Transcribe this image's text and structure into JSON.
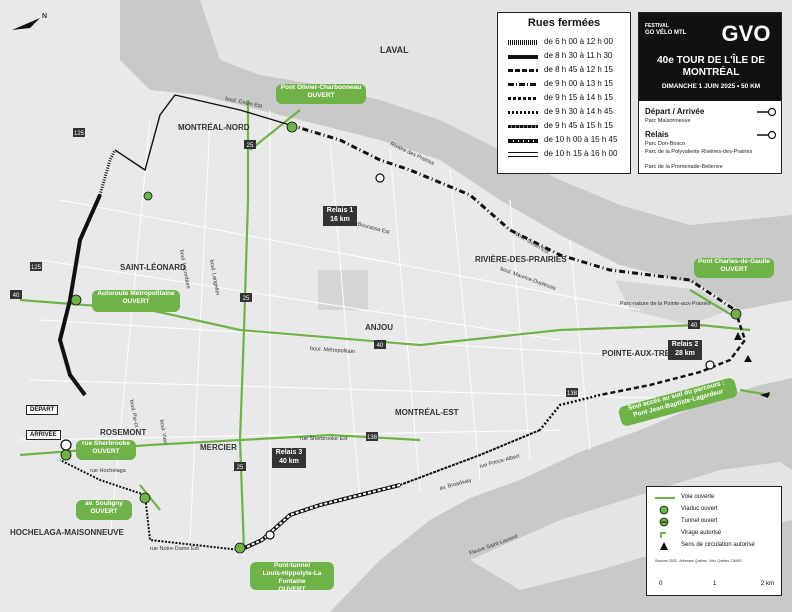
{
  "legend": {
    "title": "Rues fermées",
    "rows": [
      {
        "label": "de 6 h 00 à 12 h 00",
        "style": "comb"
      },
      {
        "label": "de 8 h 30 à 11 h 30",
        "style": "thick"
      },
      {
        "label": "de 8 h 45 à 12 h 15",
        "style": "dash"
      },
      {
        "label": "de 9 h 00 à 13 h 15",
        "style": "dashdot"
      },
      {
        "label": "de 9 h 15 à 14 h 15",
        "style": "longdash"
      },
      {
        "label": "de 9 h 30 à 14 h 45",
        "style": "dots"
      },
      {
        "label": "de 9 h 45 à 15 h 15",
        "style": "zigzag"
      },
      {
        "label": "de 10 h 00 à 15 h 45",
        "style": "chain"
      },
      {
        "label": "de 10 h 15 à 16 h 00",
        "style": "double"
      }
    ]
  },
  "title_box": {
    "festival_small": "FESTIVAL",
    "festival": "GO VÉLO MTL",
    "logo": "GVO",
    "event_title": "40e TOUR DE L'ÎLE DE MONTRÉAL",
    "event_date": "DIMANCHE 1 JUIN 2025 • 50 KM",
    "depart_arrivee_title": "Départ / Arrivée",
    "depart_arrivee_place": "Parc Maisonneuve",
    "relais_title": "Relais",
    "relais_places": [
      "Parc Don-Bosco",
      "Parc de la Polyvalente Rivières-des-Prairies",
      "Parc de la Promenade-Bellerive"
    ]
  },
  "right_legend": {
    "rows": [
      "Voie ouverte",
      "Viaduc ouvert",
      "Tunnel ouvert",
      "Virage autorisé",
      "Sens de circulation autorisé"
    ],
    "sources": "Sources 2025 : Adresses Québec, Vélo Québec, DMHS",
    "scale": [
      "0",
      "1",
      "2 km"
    ]
  },
  "callouts": {
    "olivier": [
      "Pont Olivier-Charbonneau",
      "OUVERT"
    ],
    "autoroute": [
      "Autoroute Métropolitaine",
      "OUVERT"
    ],
    "sherbrooke": [
      "rue Sherbrooke",
      "OUVERT"
    ],
    "souligny": [
      "av. Souligny",
      "OUVERT"
    ],
    "lafontaine": [
      "Pont-tunnel",
      "Louis-Hippolyte-La Fontaine",
      "OUVERT"
    ],
    "degaulle": [
      "Pont Charles-de-Gaulle",
      "OUVERT"
    ],
    "seul_acces": [
      "Seul accès au sud du parcours :",
      "Pont Jean-Baptiste-Lagardeur"
    ]
  },
  "relays": [
    {
      "label": "Relais 1",
      "km": "16 km"
    },
    {
      "label": "Relais 2",
      "km": "28 km"
    },
    {
      "label": "Relais 3",
      "km": "40 km"
    }
  ],
  "pins": {
    "depart": "DÉPART",
    "arrivee": "ARRIVÉE"
  },
  "areas": {
    "laval": "LAVAL",
    "montreal_nord": "MONTRÉAL-NORD",
    "saint_leonard": "SAINT-LÉONARD",
    "anjou": "ANJOU",
    "riviere": "RIVIÈRE-DES-PRAIRIES",
    "pointe": "POINTE-AUX-TREMBLES",
    "montreal_est": "MONTRÉAL-EST",
    "rosemont": "ROSEMONT",
    "mercier": "MERCIER",
    "hochelaga": "HOCHELAGA-MAISONNEUVE"
  },
  "streets": {
    "gouin_ouest": "boul. Gouin Est",
    "gouin_est": "boul. Gouin Est",
    "henri_bourassa": "boul. Henri-Bourassa Est",
    "maurice_duplessis": "boul. Maurice-Duplessis",
    "metropolitain": "boul. Métropolitain",
    "sherbrooke": "rue Sherbrooke Est",
    "notre_dame": "rue Notre-Dame Est",
    "hochelaga": "rue Hochelaga",
    "pie_ix": "boul. Pie-IX",
    "lacordaire": "boul. Lacordaire",
    "langelier": "boul. Langelier",
    "viau": "boul. Viau",
    "broadway": "av. Broadway",
    "prince_albert": "rue Prince-Albert",
    "fleuve": "Fleuve Saint-Laurent",
    "riviere_prairies": "Rivière des Prairies",
    "parc_nature": "Parc-nature de la Pointe-aux-Prairies"
  },
  "highways": [
    "25",
    "40",
    "125",
    "138"
  ]
}
